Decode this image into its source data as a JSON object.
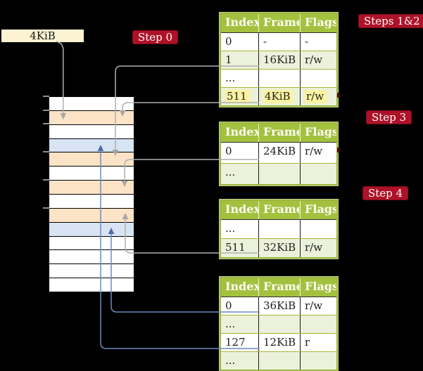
{
  "legend_box": {
    "label": "4KiB"
  },
  "step_labels": [
    {
      "label": "Step 0"
    },
    {
      "label": "Steps 1&2"
    },
    {
      "label": "Step 3"
    },
    {
      "label": "Step 4"
    }
  ],
  "memory_column": {
    "rows": [
      {
        "color": "white"
      },
      {
        "color": "peach"
      },
      {
        "color": "white"
      },
      {
        "color": "blue"
      },
      {
        "color": "peach"
      },
      {
        "color": "white"
      },
      {
        "color": "peach"
      },
      {
        "color": "white"
      },
      {
        "color": "peach"
      },
      {
        "color": "blue"
      },
      {
        "color": "white"
      },
      {
        "color": "white"
      },
      {
        "color": "white"
      },
      {
        "color": "white"
      }
    ]
  },
  "tables": [
    {
      "headers": [
        "Index",
        "Frame",
        "Flags"
      ],
      "rows": [
        {
          "cells": [
            "0",
            "-",
            "-"
          ],
          "shaded": false
        },
        {
          "cells": [
            "1",
            "16KiB",
            "r/w"
          ],
          "shaded": true
        },
        {
          "cells": [
            "...",
            "",
            ""
          ],
          "shaded": false
        },
        {
          "cells": [
            "511",
            "4KiB",
            "r/w"
          ],
          "shaded": true,
          "highlighted": true
        }
      ]
    },
    {
      "headers": [
        "Index",
        "Frame",
        "Flags"
      ],
      "rows": [
        {
          "cells": [
            "0",
            "24KiB",
            "r/w"
          ],
          "shaded": false
        },
        {
          "cells": [
            "...",
            "",
            ""
          ],
          "shaded": true
        }
      ]
    },
    {
      "headers": [
        "Index",
        "Frame",
        "Flags"
      ],
      "rows": [
        {
          "cells": [
            "...",
            "",
            ""
          ],
          "shaded": false
        },
        {
          "cells": [
            "511",
            "32KiB",
            "r/w"
          ],
          "shaded": true
        }
      ]
    },
    {
      "headers": [
        "Index",
        "Frame",
        "Flags"
      ],
      "rows": [
        {
          "cells": [
            "0",
            "36KiB",
            "r/w"
          ],
          "shaded": false
        },
        {
          "cells": [
            "...",
            "",
            ""
          ],
          "shaded": true
        },
        {
          "cells": [
            "127",
            "12KiB",
            "r"
          ],
          "shaded": false
        },
        {
          "cells": [
            "...",
            "",
            ""
          ],
          "shaded": true
        }
      ]
    }
  ],
  "arrows": [
    {
      "color": "gray",
      "from": "4KiB legend box",
      "to": "memory row 2 (peach frame)"
    },
    {
      "color": "gray",
      "from": "table 1 entry 1 -> 16KiB",
      "to": "memory row 5 (peach frame)"
    },
    {
      "color": "gray",
      "from": "table 1 entry 511 -> 4KiB",
      "to": "memory row 2 (peach frame)"
    },
    {
      "color": "gray",
      "from": "table 2 entry 0 -> 24KiB",
      "to": "memory row 7 (peach frame)"
    },
    {
      "color": "gray",
      "from": "table 3 entry 511 -> 32KiB",
      "to": "memory row 9 (peach frame)"
    },
    {
      "color": "blue",
      "from": "table 4 entry 0 -> 36KiB",
      "to": "memory row 10 (blue frame)"
    },
    {
      "color": "blue",
      "from": "table 4 entry 127 -> 12KiB",
      "to": "memory row 4 (blue frame)"
    }
  ],
  "colors": {
    "background": "#000000",
    "table_header_green": "#A3C13E",
    "table_row_green": "#ECF1DB",
    "table_border_green": "#9CB83C",
    "highlight_yellow": "#FBF3A0",
    "memory_peach": "#FCE3C6",
    "memory_blue": "#D8E4F4",
    "step_label_red": "#AE1228",
    "legend_cream": "#FCF3D3",
    "gray_arrow": "#AFAFAF",
    "blue_arrow": "#6D8BBE"
  }
}
